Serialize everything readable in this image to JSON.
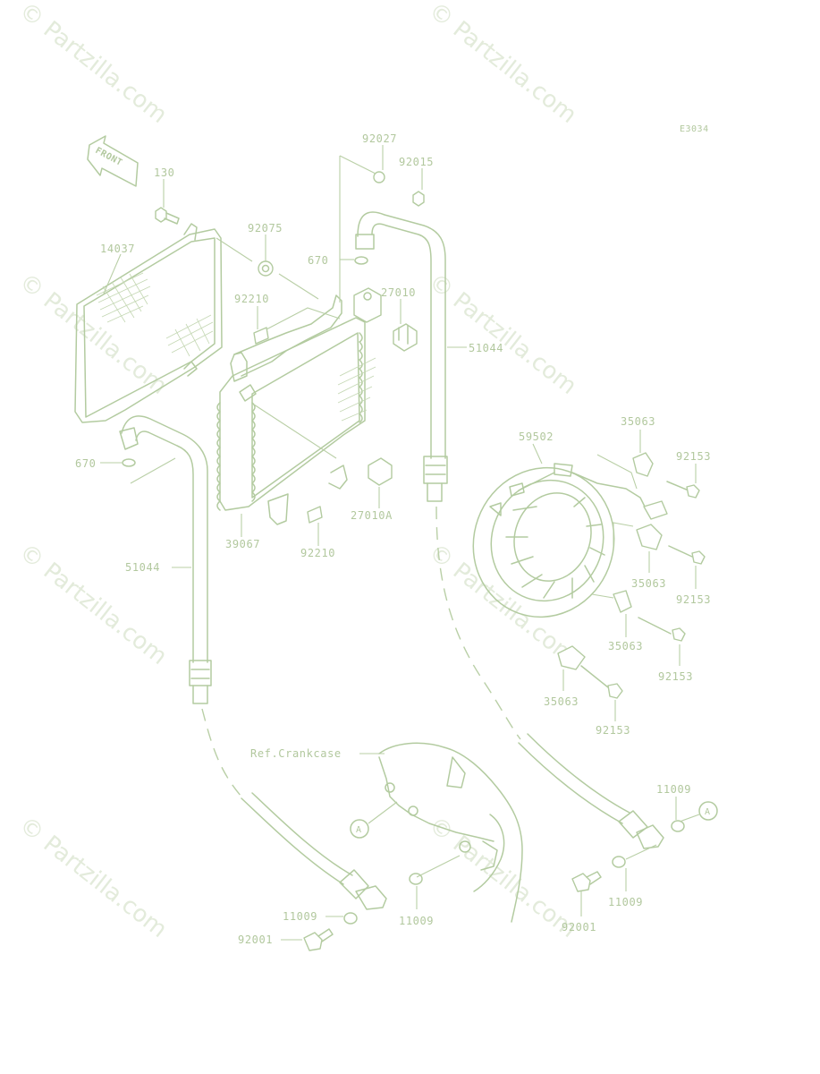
{
  "watermark": {
    "text": "© Partzilla.com"
  },
  "diagram_code": "E3034",
  "arrow_label": "FRONT",
  "reference_label": "Ref.Crankcase",
  "callout_letter": "A",
  "part_numbers": {
    "p130": "130",
    "p14037": "14037",
    "p92075": "92075",
    "p92027": "92027",
    "p92015": "92015",
    "p670_top": "670",
    "p27010": "27010",
    "p51044_right": "51044",
    "p92210_top": "92210",
    "p670_left": "670",
    "p39067": "39067",
    "p92210_bottom": "92210",
    "p27010A": "27010A",
    "p51044_left": "51044",
    "p59502": "59502",
    "p35063_a": "35063",
    "p92153_a": "92153",
    "p35063_b": "35063",
    "p92153_b": "92153",
    "p35063_c": "35063",
    "p92153_c": "92153",
    "p35063_d": "35063",
    "p92153_d": "92153",
    "p11009_a": "11009",
    "p11009_b": "11009",
    "p11009_c": "11009",
    "p11009_d": "11009",
    "p92001_a": "92001",
    "p92001_b": "92001"
  }
}
